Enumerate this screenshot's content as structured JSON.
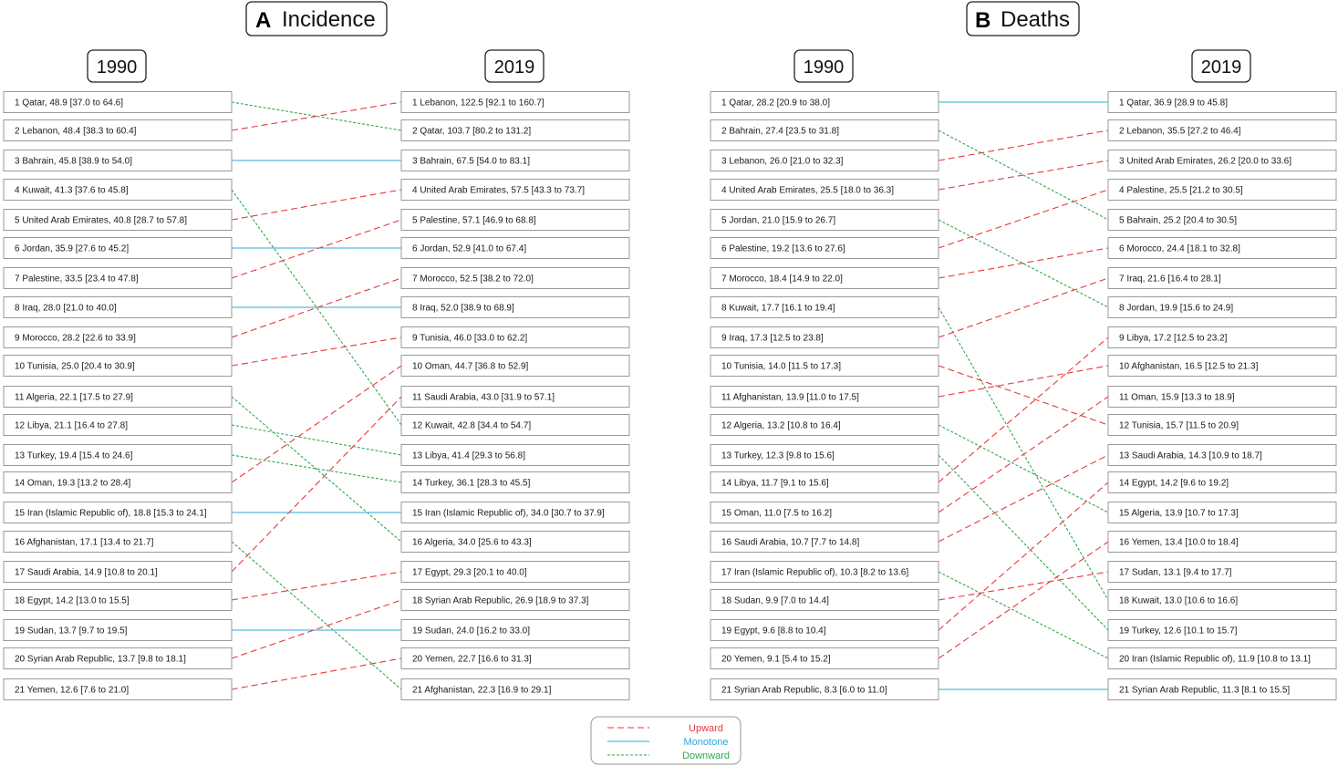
{
  "colors": {
    "Upward": "#e8393b",
    "Monotone": "#2aa8d8",
    "Downward": "#2fa84a"
  },
  "legend": [
    {
      "label": "Upward",
      "style": "Upward"
    },
    {
      "label": "Monotone",
      "style": "Monotone"
    },
    {
      "label": "Downward",
      "style": "Downward"
    }
  ],
  "chart_data": [
    {
      "type": "slope",
      "panel_letter": "A",
      "title": "Incidence",
      "left_year": "1990",
      "right_year": "2019",
      "left": [
        "1 Qatar, 48.9 [37.0 to 64.6]",
        "2 Lebanon, 48.4 [38.3 to 60.4]",
        "3 Bahrain, 45.8 [38.9 to 54.0]",
        "4 Kuwait, 41.3 [37.6 to 45.8]",
        "5 United Arab Emirates, 40.8 [28.7 to 57.8]",
        "6 Jordan, 35.9 [27.6 to 45.2]",
        "7 Palestine, 33.5 [23.4 to 47.8]",
        "8 Iraq, 28.0 [21.0 to 40.0]",
        "9 Morocco, 28.2 [22.6 to 33.9]",
        "10 Tunisia, 25.0 [20.4 to 30.9]",
        "11 Algeria, 22.1 [17.5 to 27.9]",
        "12 Libya, 21.1 [16.4 to 27.8]",
        "13 Turkey, 19.4 [15.4 to 24.6]",
        "14 Oman, 19.3 [13.2 to 28.4]",
        "15 Iran (Islamic Republic of), 18.8 [15.3 to 24.1]",
        "16 Afghanistan, 17.1 [13.4 to 21.7]",
        "17 Saudi Arabia, 14.9 [10.8 to 20.1]",
        "18 Egypt, 14.2 [13.0 to 15.5]",
        "19 Sudan, 13.7 [9.7 to 19.5]",
        "20 Syrian Arab Republic, 13.7 [9.8 to 18.1]",
        "21 Yemen, 12.6 [7.6 to 21.0]"
      ],
      "right": [
        "1 Lebanon, 122.5 [92.1 to 160.7]",
        "2 Qatar, 103.7 [80.2 to 131.2]",
        "3 Bahrain, 67.5 [54.0 to 83.1]",
        "4 United Arab Emirates, 57.5 [43.3 to 73.7]",
        "5 Palestine, 57.1 [46.9 to 68.8]",
        "6 Jordan, 52.9 [41.0 to 67.4]",
        "7 Morocco, 52.5 [38.2 to 72.0]",
        "8 Iraq, 52.0 [38.9 to 68.9]",
        "9 Tunisia, 46.0 [33.0 to 62.2]",
        "10 Oman, 44.7 [36.8 to 52.9]",
        "11 Saudi Arabia, 43.0 [31.9 to 57.1]",
        "12 Kuwait, 42.8 [34.4 to 54.7]",
        "13 Libya, 41.4 [29.3 to 56.8]",
        "14 Turkey, 36.1 [28.3 to 45.5]",
        "15 Iran (Islamic Republic of), 34.0 [30.7 to 37.9]",
        "16 Algeria, 34.0 [25.6 to 43.3]",
        "17 Egypt, 29.3 [20.1 to 40.0]",
        "18 Syrian Arab Republic, 26.9 [18.9 to 37.3]",
        "19 Sudan, 24.0 [16.2 to 33.0]",
        "20 Yemen, 22.7 [16.6 to 31.3]",
        "21 Afghanistan, 22.3 [16.9 to 29.1]"
      ],
      "links": [
        {
          "from": 1,
          "to": 2,
          "trend": "Downward"
        },
        {
          "from": 2,
          "to": 1,
          "trend": "Upward"
        },
        {
          "from": 3,
          "to": 3,
          "trend": "Monotone"
        },
        {
          "from": 4,
          "to": 12,
          "trend": "Downward"
        },
        {
          "from": 5,
          "to": 4,
          "trend": "Upward"
        },
        {
          "from": 6,
          "to": 6,
          "trend": "Monotone"
        },
        {
          "from": 7,
          "to": 5,
          "trend": "Upward"
        },
        {
          "from": 8,
          "to": 8,
          "trend": "Monotone"
        },
        {
          "from": 9,
          "to": 7,
          "trend": "Upward"
        },
        {
          "from": 10,
          "to": 9,
          "trend": "Upward"
        },
        {
          "from": 11,
          "to": 16,
          "trend": "Downward"
        },
        {
          "from": 12,
          "to": 13,
          "trend": "Downward"
        },
        {
          "from": 13,
          "to": 14,
          "trend": "Downward"
        },
        {
          "from": 14,
          "to": 10,
          "trend": "Upward"
        },
        {
          "from": 15,
          "to": 15,
          "trend": "Monotone"
        },
        {
          "from": 16,
          "to": 21,
          "trend": "Downward"
        },
        {
          "from": 17,
          "to": 11,
          "trend": "Upward"
        },
        {
          "from": 18,
          "to": 17,
          "trend": "Upward"
        },
        {
          "from": 19,
          "to": 19,
          "trend": "Monotone"
        },
        {
          "from": 20,
          "to": 18,
          "trend": "Upward"
        },
        {
          "from": 21,
          "to": 20,
          "trend": "Upward"
        }
      ]
    },
    {
      "type": "slope",
      "panel_letter": "B",
      "title": "Deaths",
      "left_year": "1990",
      "right_year": "2019",
      "left": [
        "1 Qatar, 28.2 [20.9 to 38.0]",
        "2 Bahrain, 27.4 [23.5 to 31.8]",
        "3 Lebanon, 26.0 [21.0 to 32.3]",
        "4 United Arab Emirates, 25.5 [18.0 to 36.3]",
        "5 Jordan, 21.0 [15.9 to 26.7]",
        "6 Palestine, 19.2 [13.6 to 27.6]",
        "7 Morocco, 18.4 [14.9 to 22.0]",
        "8 Kuwait, 17.7 [16.1 to 19.4]",
        "9 Iraq, 17.3 [12.5 to 23.8]",
        "10 Tunisia, 14.0 [11.5 to 17.3]",
        "11 Afghanistan, 13.9 [11.0 to 17.5]",
        "12 Algeria, 13.2 [10.8 to 16.4]",
        "13 Turkey, 12.3 [9.8 to 15.6]",
        "14 Libya, 11.7 [9.1 to 15.6]",
        "15 Oman, 11.0 [7.5 to 16.2]",
        "16 Saudi Arabia, 10.7 [7.7 to 14.8]",
        "17 Iran (Islamic Republic of), 10.3 [8.2 to 13.6]",
        "18 Sudan, 9.9 [7.0 to 14.4]",
        "19 Egypt, 9.6 [8.8 to 10.4]",
        "20 Yemen, 9.1 [5.4 to 15.2]",
        "21 Syrian Arab Republic, 8.3 [6.0 to 11.0]"
      ],
      "right": [
        "1 Qatar, 36.9 [28.9 to 45.8]",
        "2 Lebanon, 35.5 [27.2 to 46.4]",
        "3 United Arab Emirates, 26.2 [20.0 to 33.6]",
        "4 Palestine, 25.5 [21.2 to 30.5]",
        "5 Bahrain, 25.2 [20.4 to 30.5]",
        "6 Morocco, 24.4 [18.1 to 32.8]",
        "7 Iraq, 21.6 [16.4 to 28.1]",
        "8 Jordan, 19.9 [15.6 to 24.9]",
        "9 Libya, 17.2 [12.5 to 23.2]",
        "10 Afghanistan, 16.5 [12.5 to 21.3]",
        "11 Oman, 15.9 [13.3 to 18.9]",
        "12 Tunisia, 15.7 [11.5 to 20.9]",
        "13 Saudi Arabia, 14.3 [10.9 to 18.7]",
        "14 Egypt, 14.2 [9.6 to 19.2]",
        "15 Algeria, 13.9 [10.7 to 17.3]",
        "16 Yemen, 13.4 [10.0 to 18.4]",
        "17 Sudan, 13.1 [9.4 to 17.7]",
        "18 Kuwait, 13.0 [10.6 to 16.6]",
        "19 Turkey, 12.6 [10.1 to 15.7]",
        "20 Iran (Islamic Republic of), 11.9 [10.8 to 13.1]",
        "21 Syrian Arab Republic, 11.3 [8.1 to 15.5]"
      ],
      "links": [
        {
          "from": 1,
          "to": 1,
          "trend": "Monotone"
        },
        {
          "from": 2,
          "to": 5,
          "trend": "Downward"
        },
        {
          "from": 3,
          "to": 2,
          "trend": "Upward"
        },
        {
          "from": 4,
          "to": 3,
          "trend": "Upward"
        },
        {
          "from": 5,
          "to": 8,
          "trend": "Downward"
        },
        {
          "from": 6,
          "to": 4,
          "trend": "Upward"
        },
        {
          "from": 7,
          "to": 6,
          "trend": "Upward"
        },
        {
          "from": 8,
          "to": 18,
          "trend": "Downward"
        },
        {
          "from": 9,
          "to": 7,
          "trend": "Upward"
        },
        {
          "from": 10,
          "to": 12,
          "trend": "Upward"
        },
        {
          "from": 11,
          "to": 10,
          "trend": "Upward"
        },
        {
          "from": 12,
          "to": 15,
          "trend": "Downward"
        },
        {
          "from": 13,
          "to": 19,
          "trend": "Downward"
        },
        {
          "from": 14,
          "to": 9,
          "trend": "Upward"
        },
        {
          "from": 15,
          "to": 11,
          "trend": "Upward"
        },
        {
          "from": 16,
          "to": 13,
          "trend": "Upward"
        },
        {
          "from": 17,
          "to": 20,
          "trend": "Downward"
        },
        {
          "from": 18,
          "to": 17,
          "trend": "Upward"
        },
        {
          "from": 19,
          "to": 14,
          "trend": "Upward"
        },
        {
          "from": 20,
          "to": 16,
          "trend": "Upward"
        },
        {
          "from": 21,
          "to": 21,
          "trend": "Monotone"
        }
      ]
    }
  ]
}
